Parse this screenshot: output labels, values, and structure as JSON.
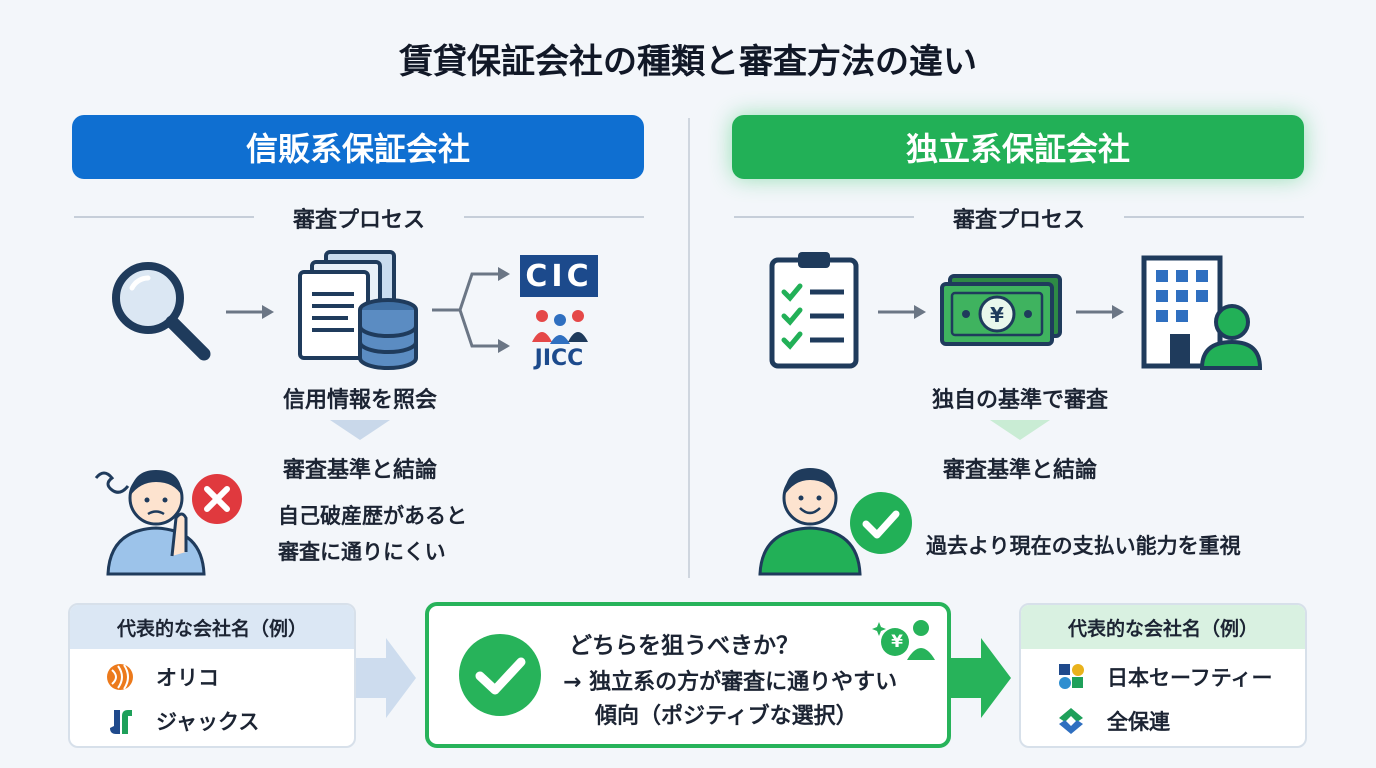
{
  "title": "賃貸保証会社の種類と審査方法の違い",
  "left": {
    "header": "信販系保証会社",
    "section_label": "審査プロセス",
    "step1": "信用情報を照会",
    "agency_logo_text": "CIC",
    "agency2_text": "JICC",
    "conclusion_title": "審査基準と結論",
    "conclusion_lines": [
      "自己破産歴があると",
      "審査に通りにくい"
    ],
    "examples_title": "代表的な会社名（例）",
    "companies": [
      "オリコ",
      "ジャックス"
    ]
  },
  "right": {
    "header": "独立系保証会社",
    "section_label": "審査プロセス",
    "money_symbol": "¥",
    "step1": "独自の基準で審査",
    "conclusion_title": "審査基準と結論",
    "conclusion_line": "過去より現在の支払い能力を重視",
    "examples_title": "代表的な会社名（例）",
    "companies": [
      "日本セーフティー",
      "全保連"
    ]
  },
  "center": {
    "question": "どちらを狙うべきか？",
    "answer_lines": [
      "→ 独立系の方が審査に通りやすい",
      "傾向（ポジティブな選択）"
    ],
    "coin_symbol": "¥"
  },
  "colors": {
    "blue": "#0f6fd1",
    "green": "#22b057",
    "red": "#e0393e",
    "navy": "#1f3b5c"
  },
  "icons": {
    "left_steps": [
      "magnifier-icon",
      "documents-database-icon",
      "cic-logo",
      "jicc-logo"
    ],
    "right_steps": [
      "checklist-icon",
      "banknote-icon",
      "building-person-icon"
    ]
  }
}
